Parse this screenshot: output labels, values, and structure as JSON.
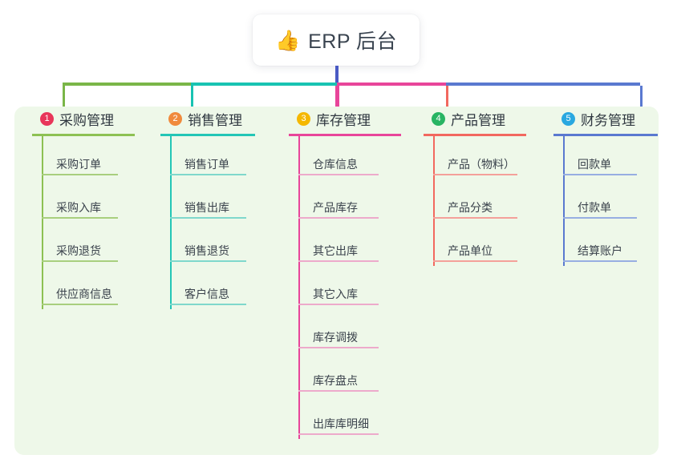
{
  "title": {
    "icon": "thumbs-up-icon",
    "emoji": "👍",
    "text": "ERP 后台"
  },
  "diagram": {
    "type": "org-chart",
    "trunk_color": "#4a5ac4",
    "panel_bg": "#eef8e9",
    "columns": [
      {
        "number": "1",
        "title": "采购管理",
        "badge_color": "#e8365a",
        "line_color": "#8dc153",
        "item_line_color": "#a8cf7e",
        "connector_color": "#7ab648",
        "items": [
          "采购订单",
          "采购入库",
          "采购退货",
          "供应商信息"
        ]
      },
      {
        "number": "2",
        "title": "销售管理",
        "badge_color": "#f08a3c",
        "line_color": "#23c6b6",
        "item_line_color": "#7fd8cc",
        "connector_color": "#18c3b2",
        "items": [
          "销售订单",
          "销售出库",
          "销售退货",
          "客户信息"
        ]
      },
      {
        "number": "3",
        "title": "库存管理",
        "badge_color": "#f5b800",
        "line_color": "#e8459a",
        "item_line_color": "#edaacb",
        "connector_color": "#e8459a",
        "items": [
          "仓库信息",
          "产品库存",
          "其它出库",
          "其它入库",
          "库存调拨",
          "库存盘点",
          "出库库明细"
        ]
      },
      {
        "number": "4",
        "title": "产品管理",
        "badge_color": "#28b463",
        "line_color": "#f2685f",
        "item_line_color": "#f4a09a",
        "connector_color": "#f2685f",
        "items": [
          "产品（物料）",
          "产品分类",
          "产品单位"
        ]
      },
      {
        "number": "5",
        "title": "财务管理",
        "badge_color": "#29a8e0",
        "line_color": "#5a79d0",
        "item_line_color": "#97aee2",
        "connector_color": "#5a79d0",
        "items": [
          "回款单",
          "付款单",
          "结算账户"
        ]
      }
    ]
  }
}
